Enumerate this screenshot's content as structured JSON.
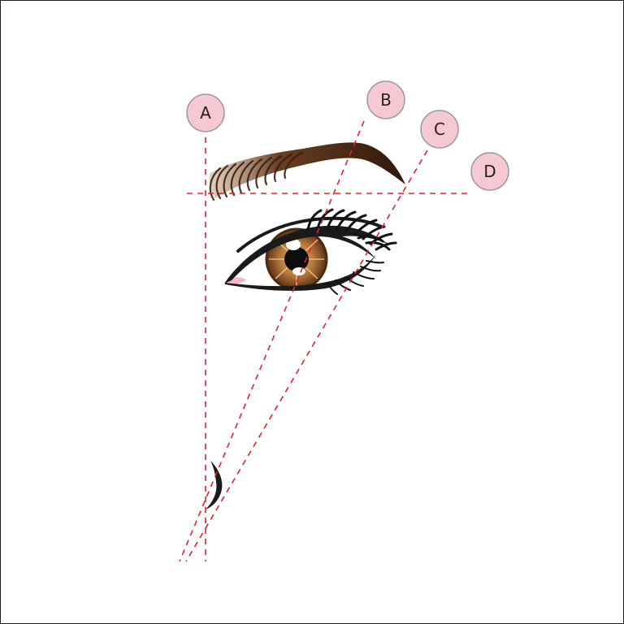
{
  "markers": [
    {
      "id": "A",
      "label": "A"
    },
    {
      "id": "B",
      "label": "B"
    },
    {
      "id": "C",
      "label": "C"
    },
    {
      "id": "D",
      "label": "D"
    }
  ],
  "colors": {
    "guide_line": "#e8202a",
    "marker_fill": "#f6c8d3",
    "marker_stroke": "#9a9a9a",
    "brow_dark": "#3a1f0f",
    "brow_light": "#a67a5a",
    "iris": "#8a5a2e",
    "iris_dark": "#4a2a12",
    "liner": "#1a1a1a",
    "tear_duct": "#f4b8c4"
  },
  "icons": [
    "eyebrow-illustration",
    "eye-illustration",
    "nostril-illustration"
  ]
}
